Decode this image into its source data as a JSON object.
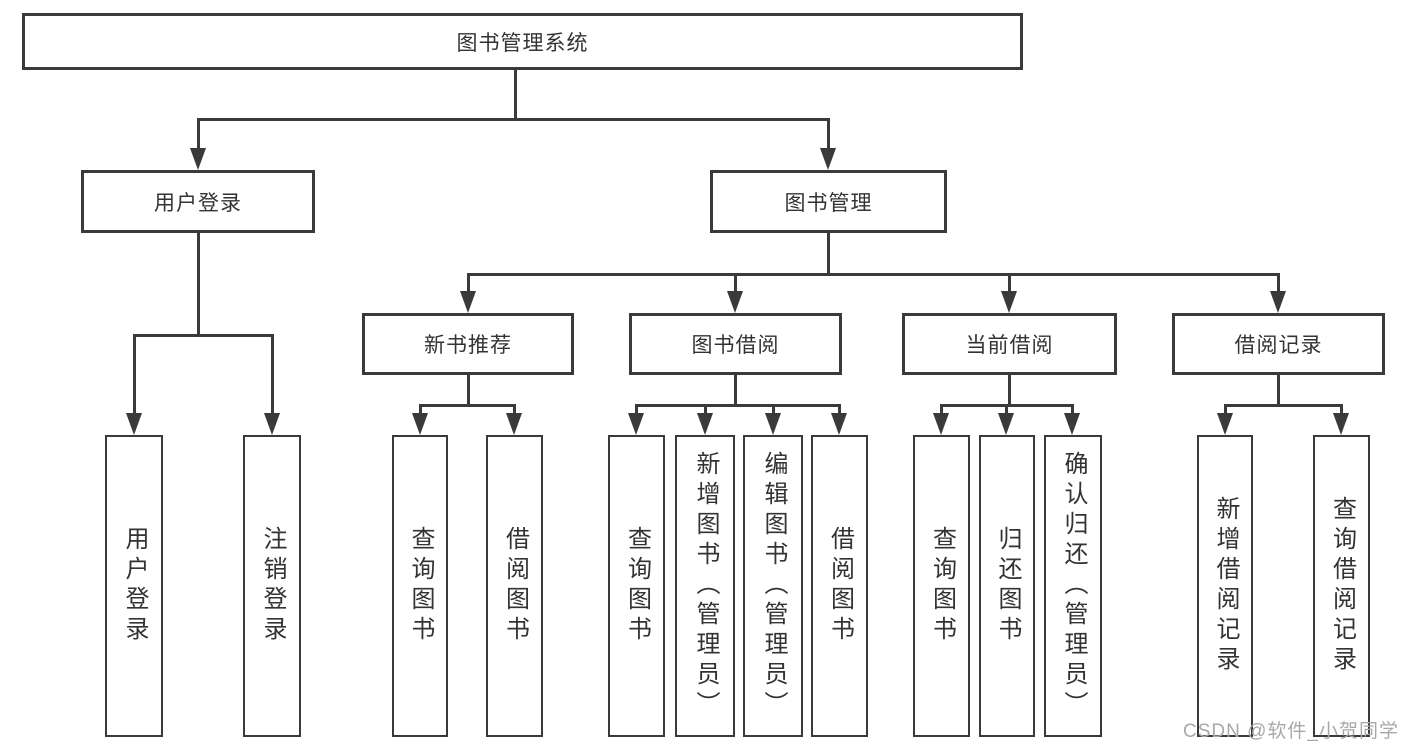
{
  "tree": {
    "root": {
      "label": "图书管理系统"
    },
    "branches": [
      {
        "label": "用户登录",
        "leaves": [
          {
            "label": "用户登录"
          },
          {
            "label": "注销登录"
          }
        ]
      },
      {
        "label": "图书管理",
        "children": [
          {
            "label": "新书推荐",
            "leaves": [
              {
                "label": "查询图书"
              },
              {
                "label": "借阅图书"
              }
            ]
          },
          {
            "label": "图书借阅",
            "leaves": [
              {
                "label": "查询图书"
              },
              {
                "label": "新增图书（管理员）"
              },
              {
                "label": "编辑图书（管理员）"
              },
              {
                "label": "借阅图书"
              }
            ]
          },
          {
            "label": "当前借阅",
            "leaves": [
              {
                "label": "查询图书"
              },
              {
                "label": "归还图书"
              },
              {
                "label": "确认归还（管理员）"
              }
            ]
          },
          {
            "label": "借阅记录",
            "leaves": [
              {
                "label": "新增借阅记录"
              },
              {
                "label": "查询借阅记录"
              }
            ]
          }
        ]
      }
    ]
  },
  "watermark": "CSDN @软件_小贺同学",
  "colors": {
    "line": "#3a3a3a",
    "text": "#333333",
    "watermark": "#a8a8a8",
    "background": "#ffffff"
  }
}
